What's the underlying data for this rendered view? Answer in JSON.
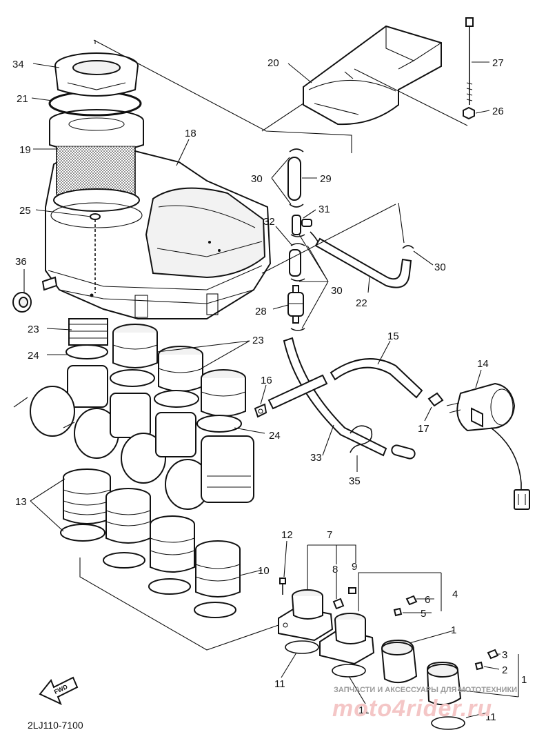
{
  "diagram_code": "2LJ110-7100",
  "fwd_label": "FWD",
  "watermark": {
    "line1": "ЗАПЧАСТИ И АКСЕССУАРЫ ДЛЯ МОТОТЕХНИКИ",
    "line2": "moto4rider.ru"
  },
  "callouts": [
    {
      "id": "c34",
      "num": "34"
    },
    {
      "id": "c21",
      "num": "21"
    },
    {
      "id": "c19",
      "num": "19"
    },
    {
      "id": "c18",
      "num": "18"
    },
    {
      "id": "c25",
      "num": "25"
    },
    {
      "id": "c36",
      "num": "36"
    },
    {
      "id": "c20",
      "num": "20"
    },
    {
      "id": "c27",
      "num": "27"
    },
    {
      "id": "c26",
      "num": "26"
    },
    {
      "id": "c30a",
      "num": "30"
    },
    {
      "id": "c29",
      "num": "29"
    },
    {
      "id": "c31",
      "num": "31"
    },
    {
      "id": "c32",
      "num": "32"
    },
    {
      "id": "c30b",
      "num": "30"
    },
    {
      "id": "c30c",
      "num": "30"
    },
    {
      "id": "c22",
      "num": "22"
    },
    {
      "id": "c28",
      "num": "28"
    },
    {
      "id": "c23a",
      "num": "23"
    },
    {
      "id": "c23b",
      "num": "23"
    },
    {
      "id": "c24a",
      "num": "24"
    },
    {
      "id": "c24b",
      "num": "24"
    },
    {
      "id": "c15",
      "num": "15"
    },
    {
      "id": "c14",
      "num": "14"
    },
    {
      "id": "c16",
      "num": "16"
    },
    {
      "id": "c17",
      "num": "17"
    },
    {
      "id": "c33",
      "num": "33"
    },
    {
      "id": "c35",
      "num": "35"
    },
    {
      "id": "c13",
      "num": "13"
    },
    {
      "id": "c10",
      "num": "10"
    },
    {
      "id": "c12",
      "num": "12"
    },
    {
      "id": "c7",
      "num": "7"
    },
    {
      "id": "c8",
      "num": "8"
    },
    {
      "id": "c9",
      "num": "9"
    },
    {
      "id": "c4",
      "num": "4"
    },
    {
      "id": "c6",
      "num": "6"
    },
    {
      "id": "c5",
      "num": "5"
    },
    {
      "id": "c1a",
      "num": "1"
    },
    {
      "id": "c3",
      "num": "3"
    },
    {
      "id": "c2",
      "num": "2"
    },
    {
      "id": "c1b",
      "num": "1"
    },
    {
      "id": "c11a",
      "num": "11"
    },
    {
      "id": "c11b",
      "num": "11"
    },
    {
      "id": "c11c",
      "num": "11"
    }
  ]
}
